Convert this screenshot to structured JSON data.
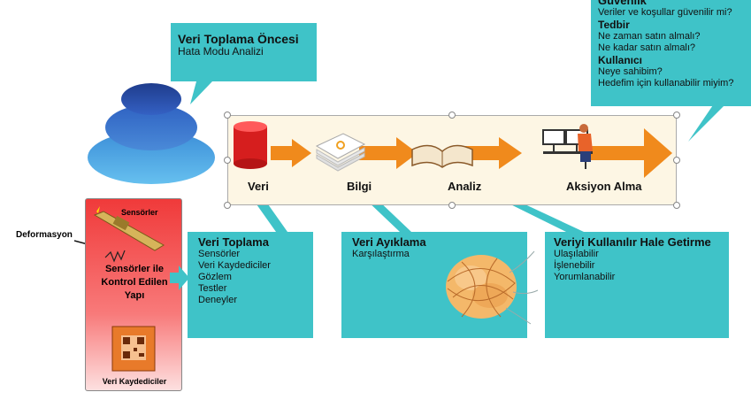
{
  "callouts": {
    "top_right": {
      "title_partial": "Güvenlik",
      "line1": "Veriler ve koşullar güvenilir mi?",
      "title2": "Tedbir",
      "line2": "Ne zaman satın almalı?",
      "line3": "Ne kadar satın almalı?",
      "title3": "Kullanıcı",
      "line4": "Neye sahibim?",
      "line5": "Hedefim için kullanabilir miyim?"
    },
    "pre_collection": {
      "title": "Veri Toplama Öncesi",
      "subtitle": "Hata Modu Analizi"
    },
    "collection": {
      "title": "Veri Toplama",
      "items": [
        "Sensörler",
        "Veri Kaydediciler",
        "Gözlem",
        "Testler",
        "Deneyler"
      ]
    },
    "extraction": {
      "title": "Veri Ayıklama",
      "subtitle": "Karşılaştırma"
    },
    "usable": {
      "title": "Veriyi Kullanılır Hale Getirme",
      "items": [
        "Ulaşılabilir",
        "İşlenebilir",
        "Yorumlanabilir"
      ]
    }
  },
  "stages": [
    "Veri",
    "Bilgi",
    "Analiz",
    "Aksiyon Alma"
  ],
  "sensor_panel": {
    "sensors_label": "Sensörler",
    "deformation_label": "Deformasyon",
    "structure_label_1": "Sensörler ile",
    "structure_label_2": "Kontrol Edilen",
    "structure_label_3": "Yapı",
    "logger_label": "Veri Kaydediciler"
  },
  "colors": {
    "callout": "#3fc3c8",
    "arrow": "#f08a1c",
    "frame_bg": "#fdf6e4",
    "stack_top": "#2b4fa8",
    "stack_bottom": "#3fa7e6",
    "panel": "#f03a3a"
  }
}
